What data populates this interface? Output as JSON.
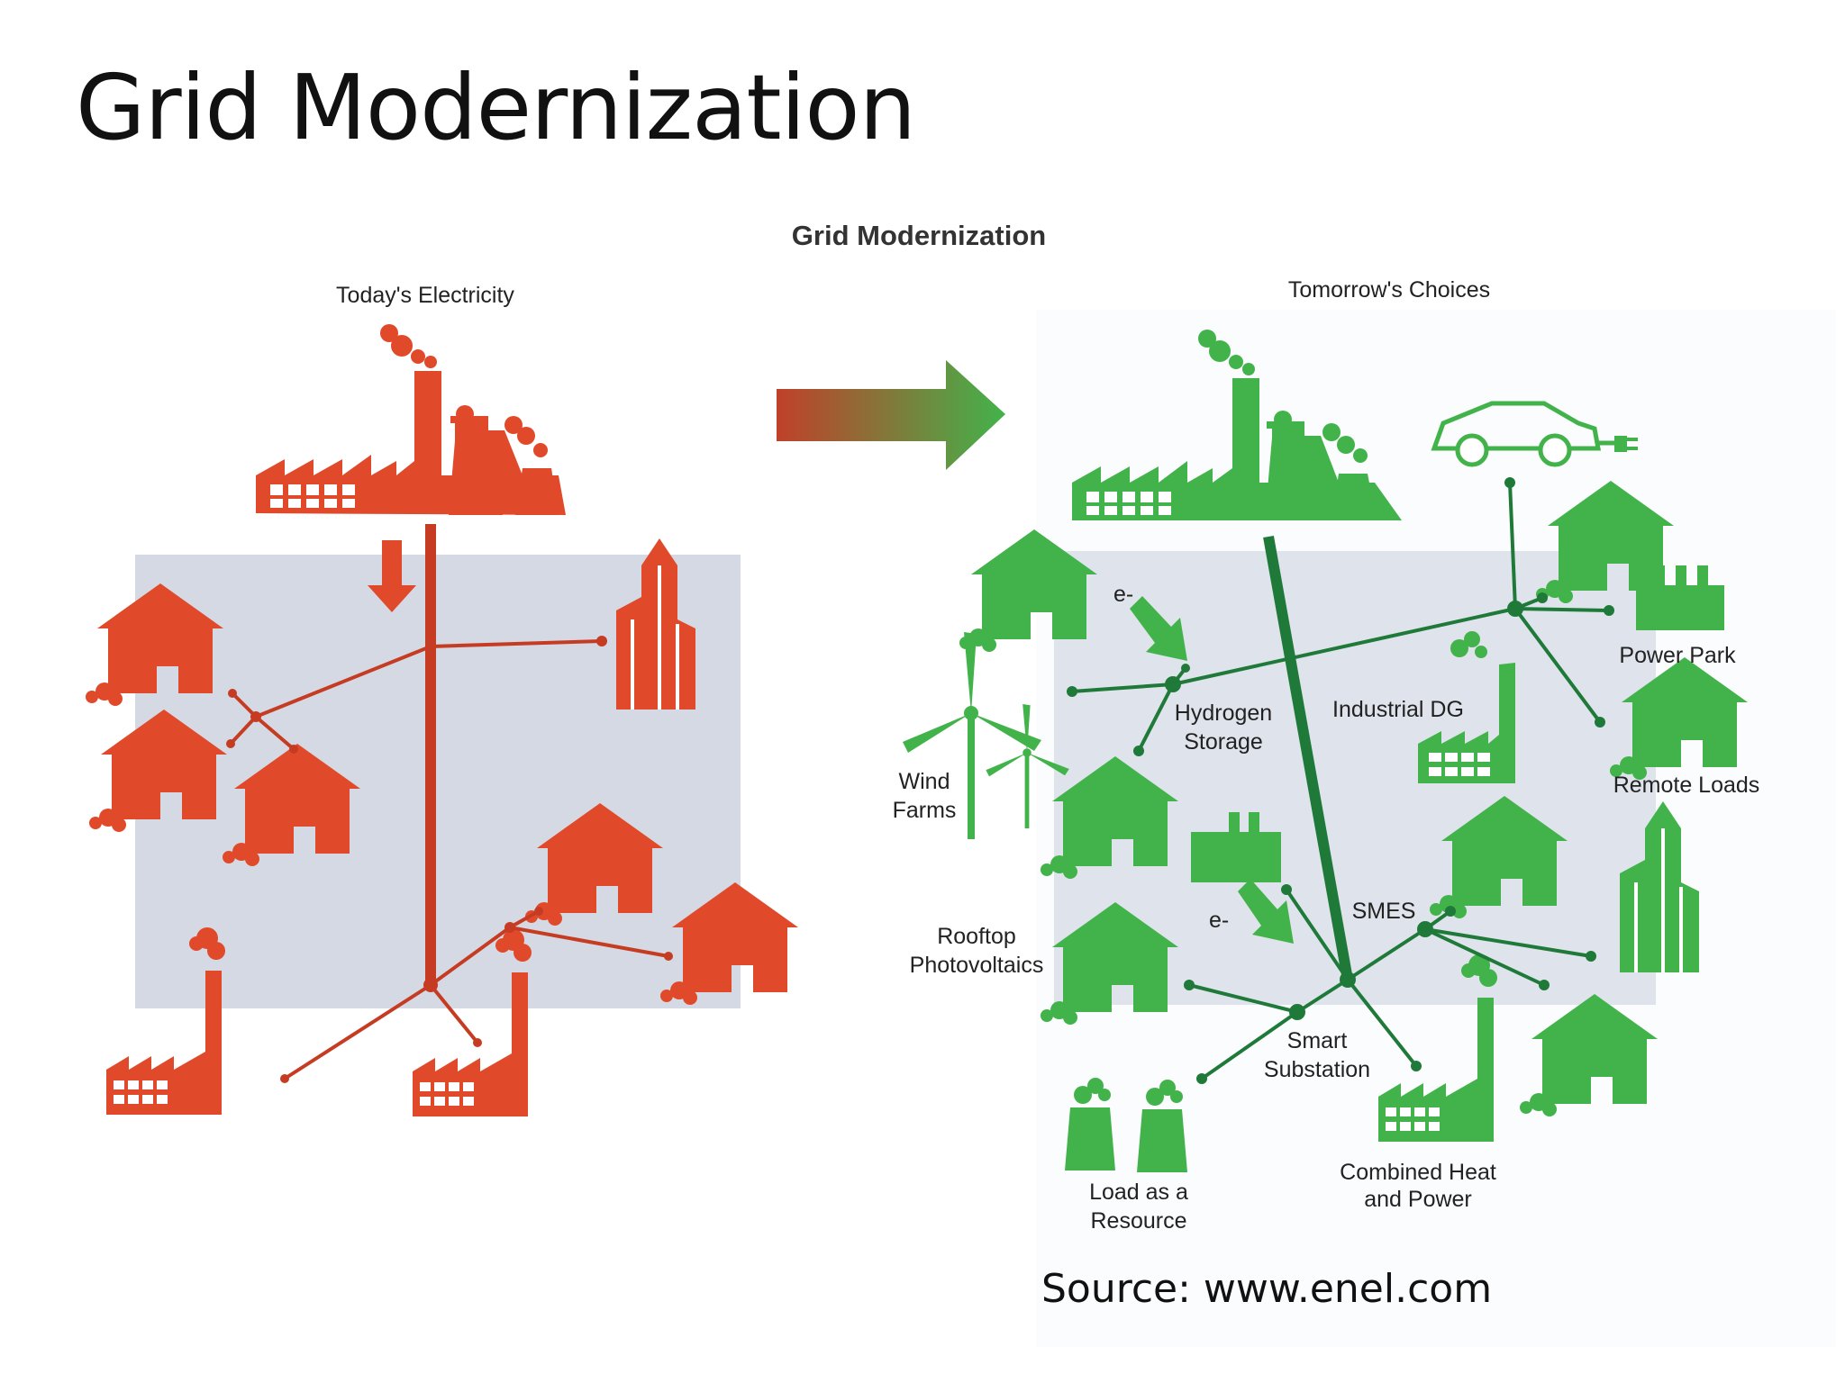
{
  "slide": {
    "title": "Grid Modernization",
    "source": "Source: www.enel.com"
  },
  "diagram": {
    "title": "Grid Modernization",
    "today_heading": "Today's Electricity",
    "tomorrow_heading": "Tomorrow's Choices",
    "labels": {
      "electron_1": "e-",
      "electron_2": "e-",
      "hydrogen_storage": [
        "Hydrogen",
        "Storage"
      ],
      "industrial_dg": "Industrial DG",
      "power_park": "Power Park",
      "remote_loads": "Remote Loads",
      "wind_farms": [
        "Wind",
        "Farms"
      ],
      "rooftop_pv": [
        "Rooftop",
        "Photovoltaics"
      ],
      "smes": "SMES",
      "smart_substation": [
        "Smart",
        "Substation"
      ],
      "load_resource": [
        "Load as a",
        "Resource"
      ],
      "chp": [
        "Combined Heat",
        "and Power"
      ]
    }
  },
  "colors": {
    "today": "#e04a2b",
    "today_line": "#c63c22",
    "tomorrow": "#42b34a",
    "tomorrow_line": "#1f7a3a",
    "panel": "#d4d9e3"
  }
}
